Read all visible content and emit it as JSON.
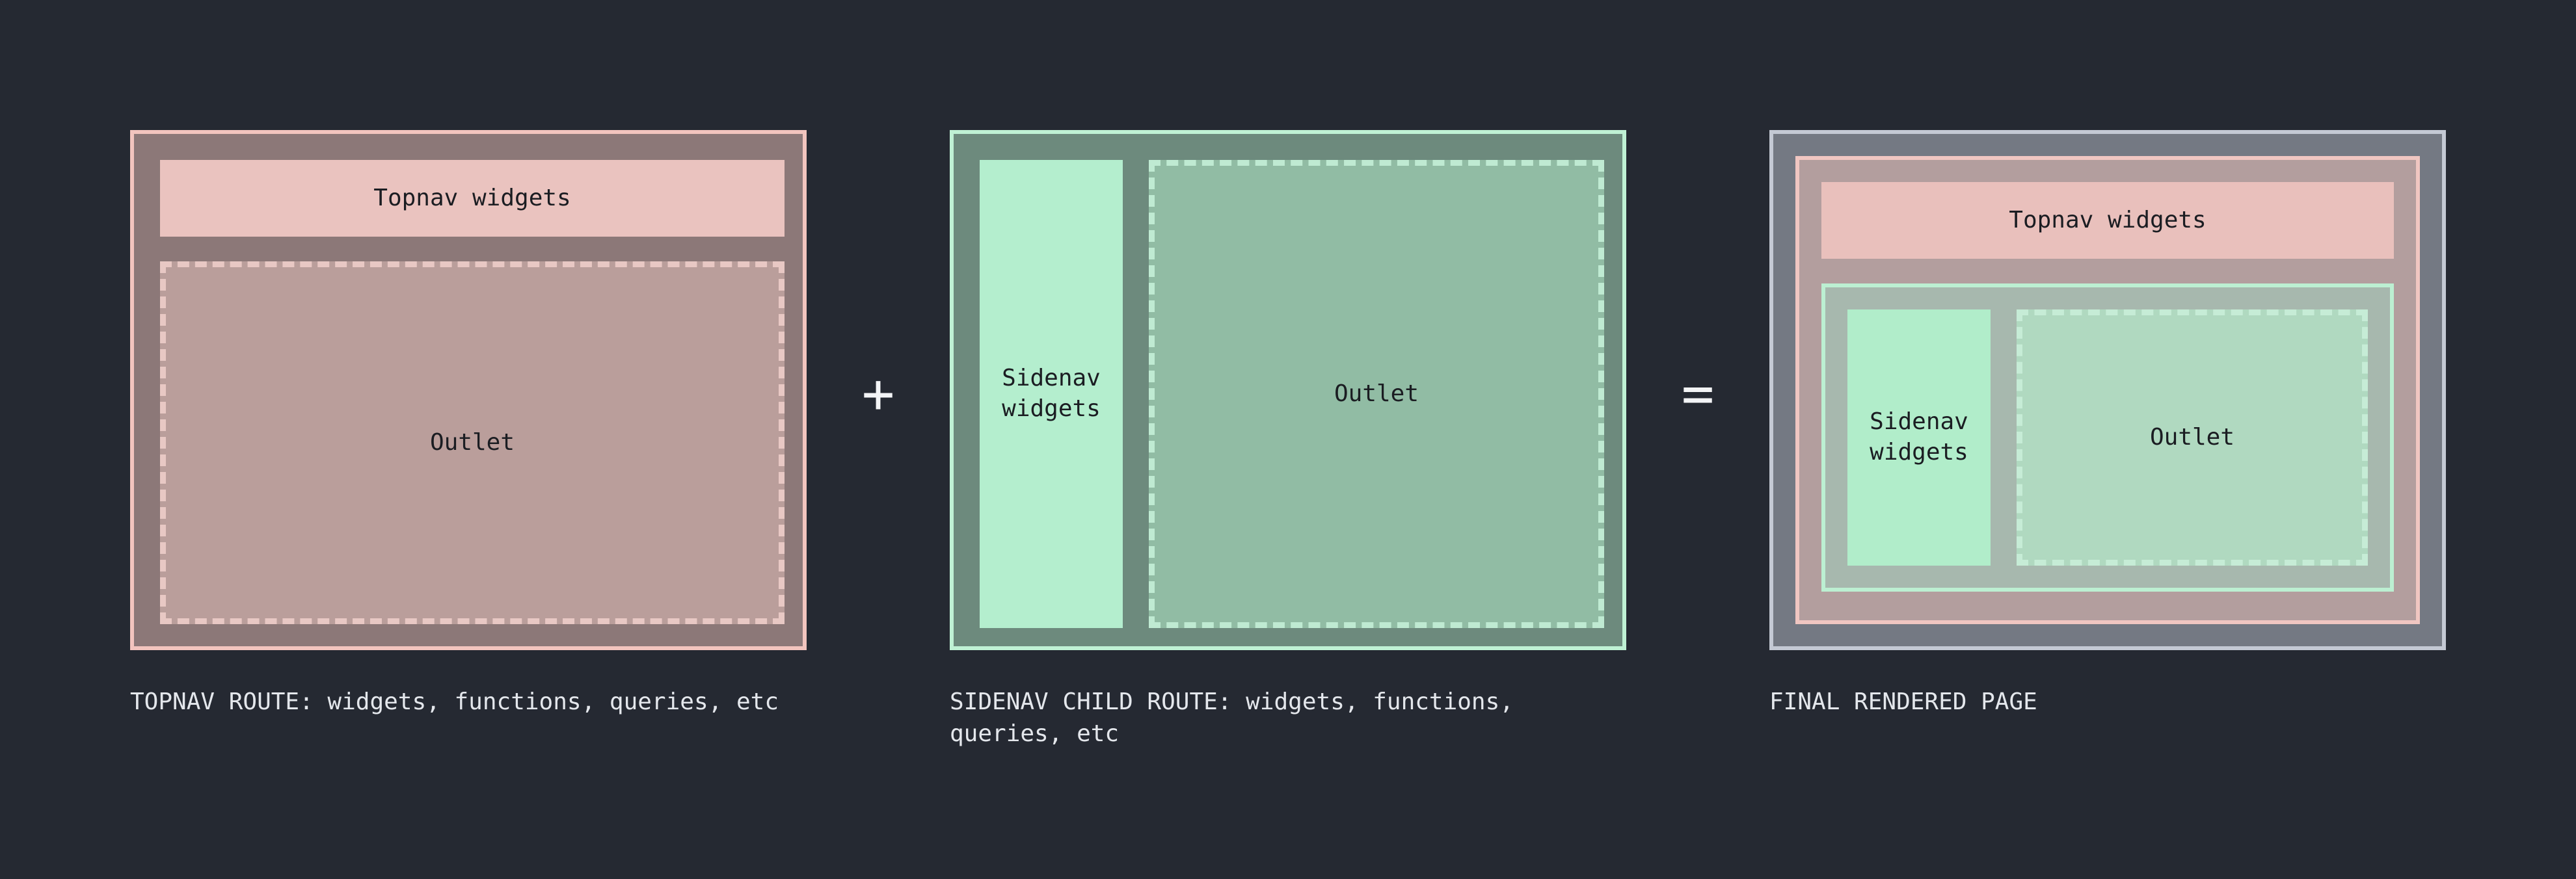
{
  "panels": [
    {
      "topnav_label": "Topnav widgets",
      "outlet_label": "Outlet",
      "caption": "TOPNAV ROUTE: widgets, functions, queries, etc"
    },
    {
      "sidenav_label": "Sidenav\nwidgets",
      "outlet_label": "Outlet",
      "caption": "SIDENAV CHILD ROUTE: widgets, functions,\nqueries, etc"
    },
    {
      "topnav_label": "Topnav widgets",
      "sidenav_label": "Sidenav\nwidgets",
      "outlet_label": "Outlet",
      "caption": "FINAL RENDERED PAGE"
    }
  ],
  "operators": {
    "plus": "+",
    "equals": "="
  },
  "colors": {
    "background": "#252932",
    "topnav_accent": "#f2c4be",
    "sidenav_accent": "#bff1d4",
    "final_accent": "#c4c9d4"
  }
}
